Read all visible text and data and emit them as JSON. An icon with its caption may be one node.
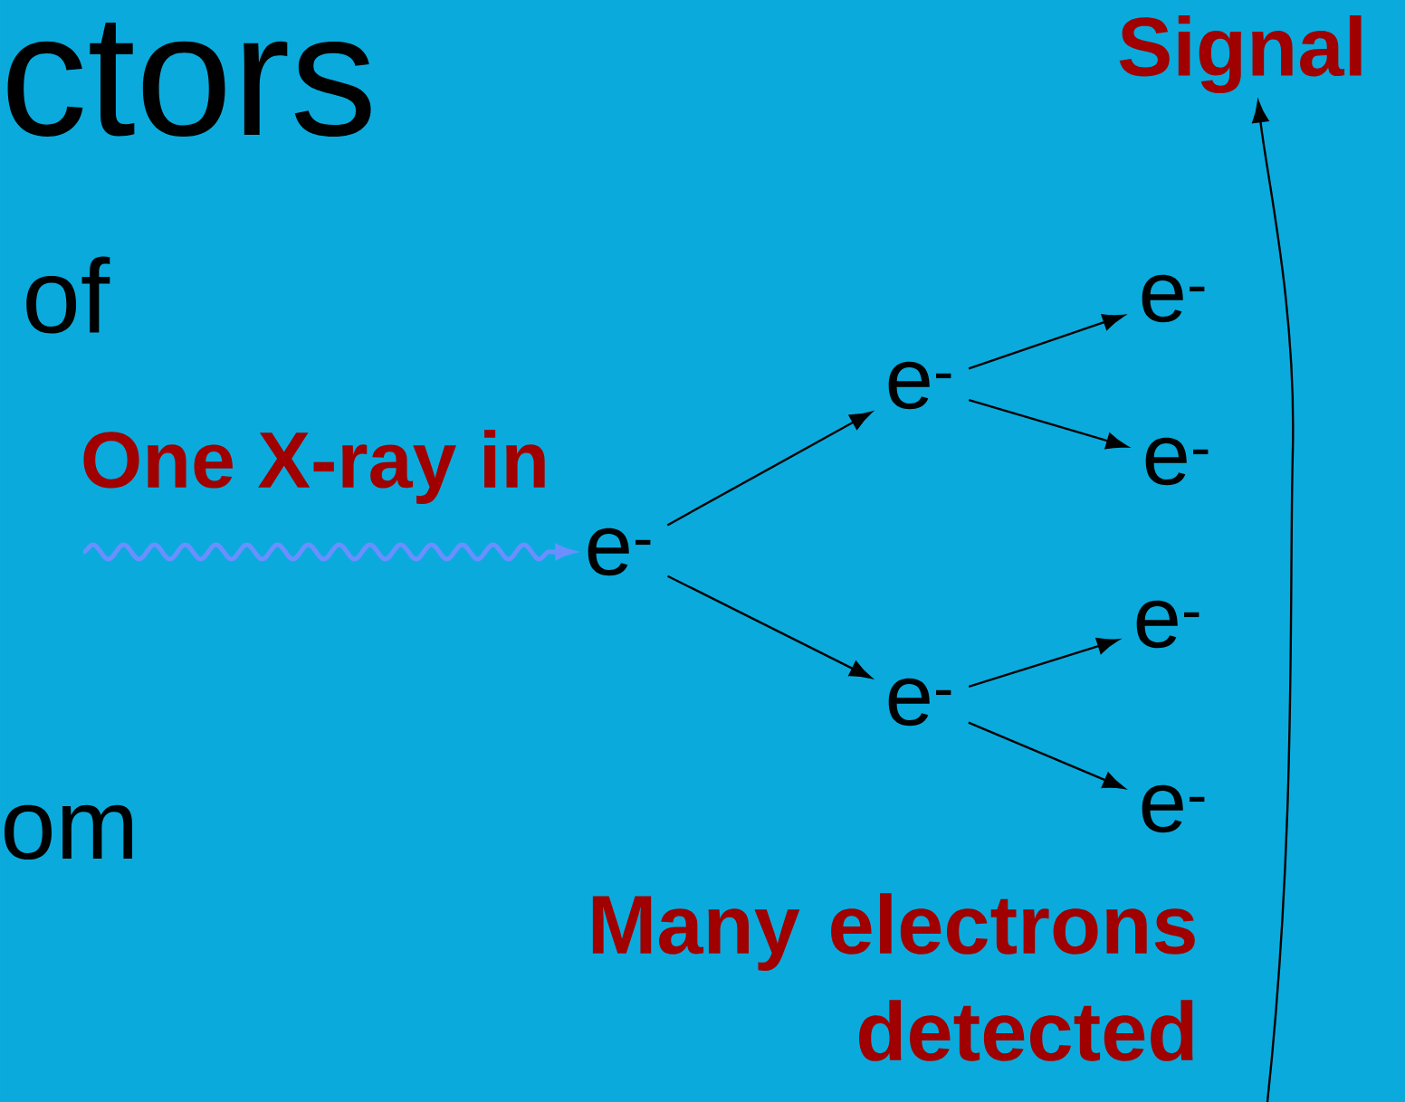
{
  "diagram": {
    "nodes": [
      {
        "text": [
          "e$^{-}$"
        ]
      },
      {
        "text": [
          "e$^{-}$"
        ]
      },
      {
        "text": [
          "e$^{-}$"
        ]
      },
      {
        "text": [
          "e$^{-}$"
        ]
      },
      {
        "text": [
          "e$^{-}$"
        ]
      },
      {
        "text": [
          "e$^{-}$"
        ]
      },
      {
        "text": [
          "e$^{-}$"
        ]
      },
      {
        "text": [
          "Signal"
        ]
      }
    ],
    "edges": [
      {
        "from": null,
        "to": 0,
        "arrow": "to",
        "color": "#6b8fff"
      },
      {
        "from": 0,
        "to": 1,
        "arrow": "to"
      },
      {
        "from": 0,
        "to": 2,
        "arrow": "to"
      },
      {
        "from": 1,
        "to": 3,
        "arrow": "to"
      },
      {
        "from": 1,
        "to": 4,
        "arrow": "to"
      },
      {
        "from": 2,
        "to": 5,
        "arrow": "to"
      },
      {
        "from": 2,
        "to": 6,
        "arrow": "to"
      },
      {
        "from": null,
        "to": 7,
        "arrow": "to"
      }
    ],
    "labels": [
      "ctors",
      "of",
      "One X-ray in",
      "om",
      "Many electrons detected"
    ]
  }
}
